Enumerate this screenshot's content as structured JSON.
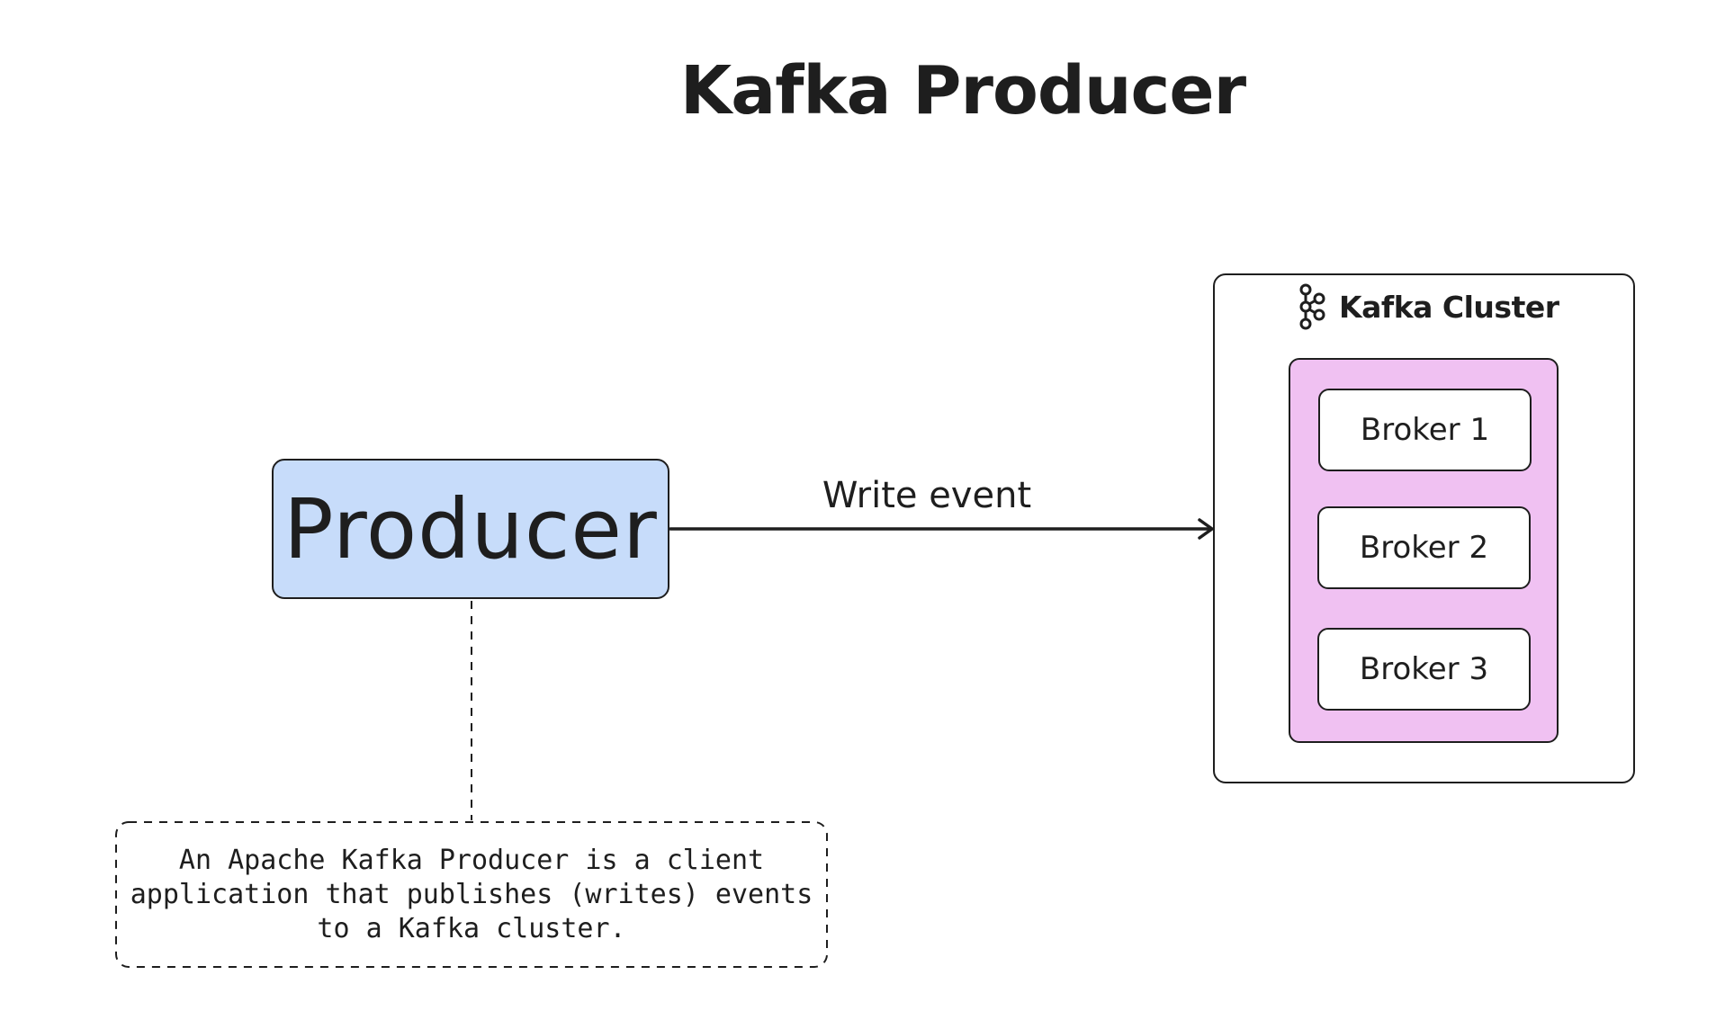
{
  "diagram": {
    "title": "Kafka Producer",
    "producer": {
      "label": "Producer",
      "fill_color": "#c7dcfa"
    },
    "edge": {
      "label": "Write event"
    },
    "cluster": {
      "label": "Kafka Cluster",
      "icon": "kafka-logo-icon",
      "broker_group_fill": "#f0c1f2",
      "brokers": [
        {
          "label": "Broker 1"
        },
        {
          "label": "Broker 2"
        },
        {
          "label": "Broker 3"
        }
      ]
    },
    "note": {
      "text": "An Apache Kafka Producer is a client\napplication that publishes (writes) events\nto a Kafka cluster."
    }
  }
}
